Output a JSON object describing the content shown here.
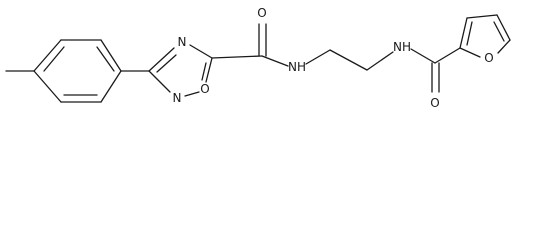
{
  "diagram": {
    "type": "chemical-structure",
    "atom_labels": {
      "oxadiazole_n4": "N",
      "oxadiazole_n2": "N",
      "oxadiazole_o1": "O",
      "amide1_o": "O",
      "amide1_nh": "NH",
      "amide2_nh": "NH",
      "amide2_o": "O",
      "furan_o": "O"
    }
  }
}
